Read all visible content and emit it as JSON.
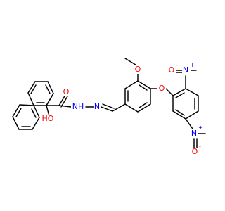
{
  "colors": {
    "background": "#ffffff",
    "carbon_bond": "#000000",
    "oxygen": "#ff0000",
    "nitrogen": "#0000ff"
  },
  "labels": {
    "carbonyl_o": "O",
    "amide_nh": "NH",
    "imine_n": "N",
    "hydroxyl": "HO",
    "methoxy_o": "O",
    "ether_o": "O",
    "nitro_top_n": "N",
    "nitro_top_o": "O",
    "nitro_bottom_n": "N",
    "nitro_bottom_o": "O"
  },
  "charges": {
    "plus": "+",
    "minus": "-"
  }
}
